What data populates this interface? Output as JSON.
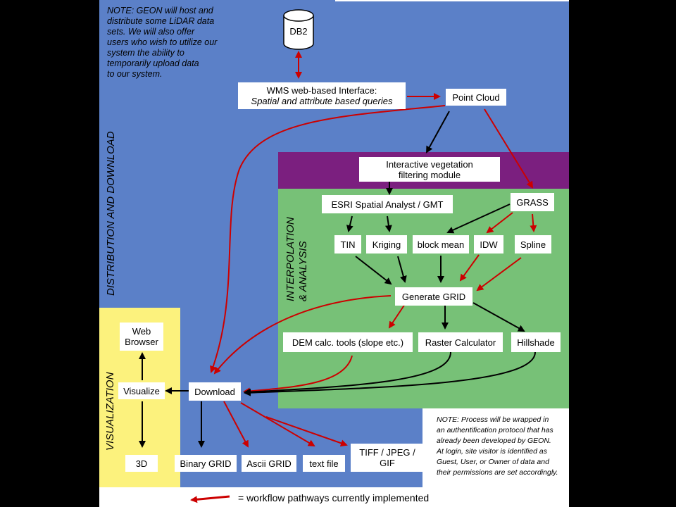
{
  "colors": {
    "background": "#000000",
    "distribution_region": "#5b80c8",
    "analysis_region": "#77c177",
    "filtering_band": "#7b1f7f",
    "visualization_region": "#fcf27d",
    "legend_strip": "#ffffff",
    "implemented_arrow": "#cc0000",
    "other_arrow": "#000000"
  },
  "database": {
    "label": "DB2",
    "icon": "database-cylinder-icon"
  },
  "notes": {
    "top": "NOTE: GEON will host and\ndistribute some LiDAR data\nsets.  We will also offer\nusers who wish to utilize our\nsystem the ability to\ntemporarily upload data\nto our system.",
    "bottom": "NOTE:  Process will be wrapped in\nan authentification protocol that has\nalready been developed by GEON.\nAt login, site visitor is identified as\nGuest, User, or Owner of data and\ntheir permissions are set accordingly."
  },
  "region_labels": {
    "distribution": "DISTRIBUTION AND DOWNLOAD",
    "analysis": "INTERPOLATION\n& ANALYSIS",
    "visualization": "VISUALIZATION"
  },
  "boxes": {
    "wms_line1": "WMS web-based Interface:",
    "wms_line2": "Spatial and attribute based queries",
    "point_cloud": "Point Cloud",
    "veg_filter": "Interactive vegetation filtering module",
    "esri": "ESRI Spatial Analyst / GMT",
    "grass": "GRASS",
    "tin": "TIN",
    "kriging": "Kriging",
    "block_mean": "block mean",
    "idw": "IDW",
    "spline": "Spline",
    "generate_grid": "Generate GRID",
    "dem_tools": "DEM calc. tools (slope etc.)",
    "raster_calc": "Raster Calculator",
    "hillshade": "Hillshade",
    "web_browser": "Web Browser",
    "visualize": "Visualize",
    "download": "Download",
    "three_d": "3D",
    "binary_grid": "Binary GRID",
    "ascii_grid": "Ascii GRID",
    "text_file": "text file",
    "tiff": "TIFF / JPEG / GIF"
  },
  "legend": {
    "text": "= workflow pathways currently implemented",
    "icon": "red-arrow-icon"
  }
}
